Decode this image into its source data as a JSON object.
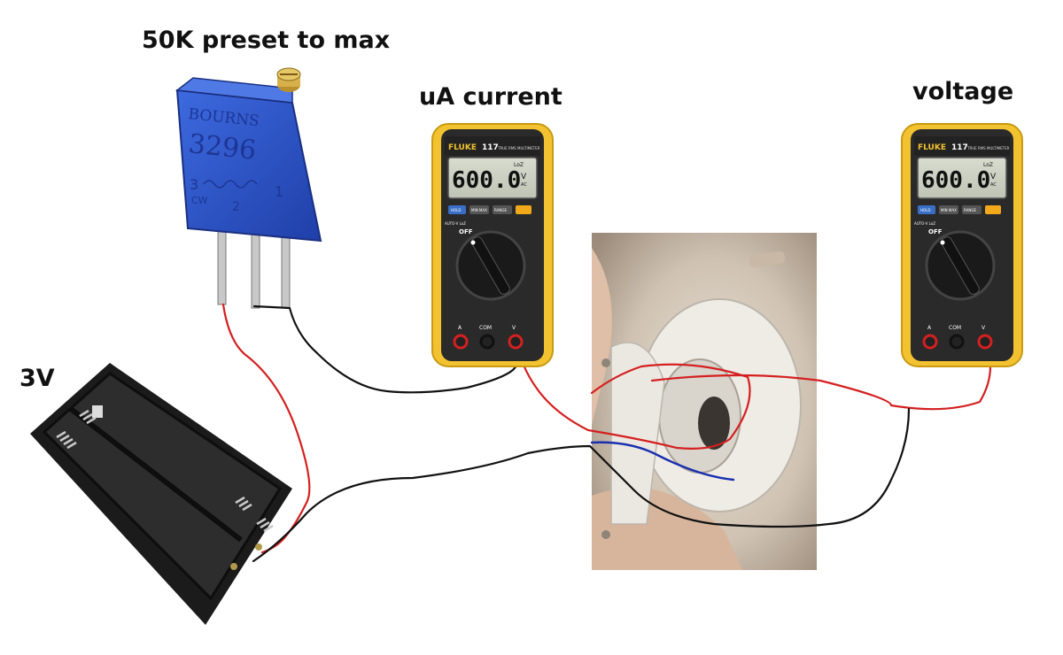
{
  "labels": {
    "preset": "50K preset to max",
    "current": "uA current",
    "voltage": "voltage",
    "battery": "3V"
  },
  "potentiometer": {
    "brand": "BOURNS",
    "model": "3296",
    "pins": "3",
    "pin2": "2",
    "pin1": "1",
    "cw": "CW"
  },
  "multimeter": {
    "brand": "FLUKE",
    "model": "117",
    "subtitle": "TRUE RMS MULTIMETER",
    "display": "600.0",
    "unit": "V",
    "mode": "LoZ",
    "ac": "AC",
    "buttons": [
      "HOLD",
      "MIN MAX",
      "RANGE"
    ],
    "dial_off": "OFF",
    "dial_auto": "AUTO-V LoZ",
    "jack_a": "A",
    "jack_com": "COM",
    "jack_v": "V"
  },
  "wires": {
    "red": "#d42020",
    "black": "#111111",
    "blue": "#1a2fb0"
  }
}
